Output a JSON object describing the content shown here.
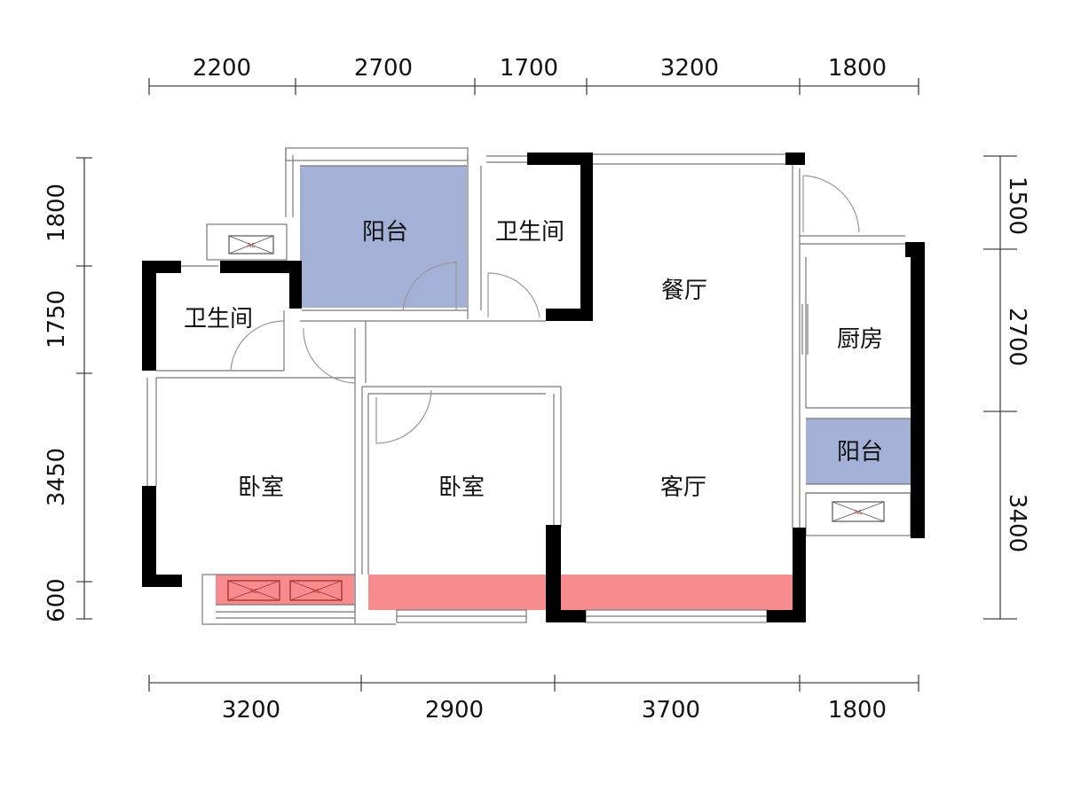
{
  "dimensions": {
    "top": [
      "2200",
      "2700",
      "1700",
      "3200",
      "1800"
    ],
    "bottom": [
      "3200",
      "2900",
      "3700",
      "1800"
    ],
    "left": [
      "1800",
      "1750",
      "3450",
      "600"
    ],
    "right": [
      "1500",
      "2700",
      "3400"
    ]
  },
  "rooms": {
    "balcony_top": "阳台",
    "bathroom_top": "卫生间",
    "dining": "餐厅",
    "bathroom_left": "卫生间",
    "kitchen": "厨房",
    "balcony_right": "阳台",
    "bedroom_left": "卧室",
    "bedroom_mid": "卧室",
    "living": "客厅"
  },
  "ac_label": "AC",
  "colors": {
    "balcony_fill": "#a3b1d6",
    "bay_window_fill": "#f78b8e",
    "wall": "#000000"
  }
}
